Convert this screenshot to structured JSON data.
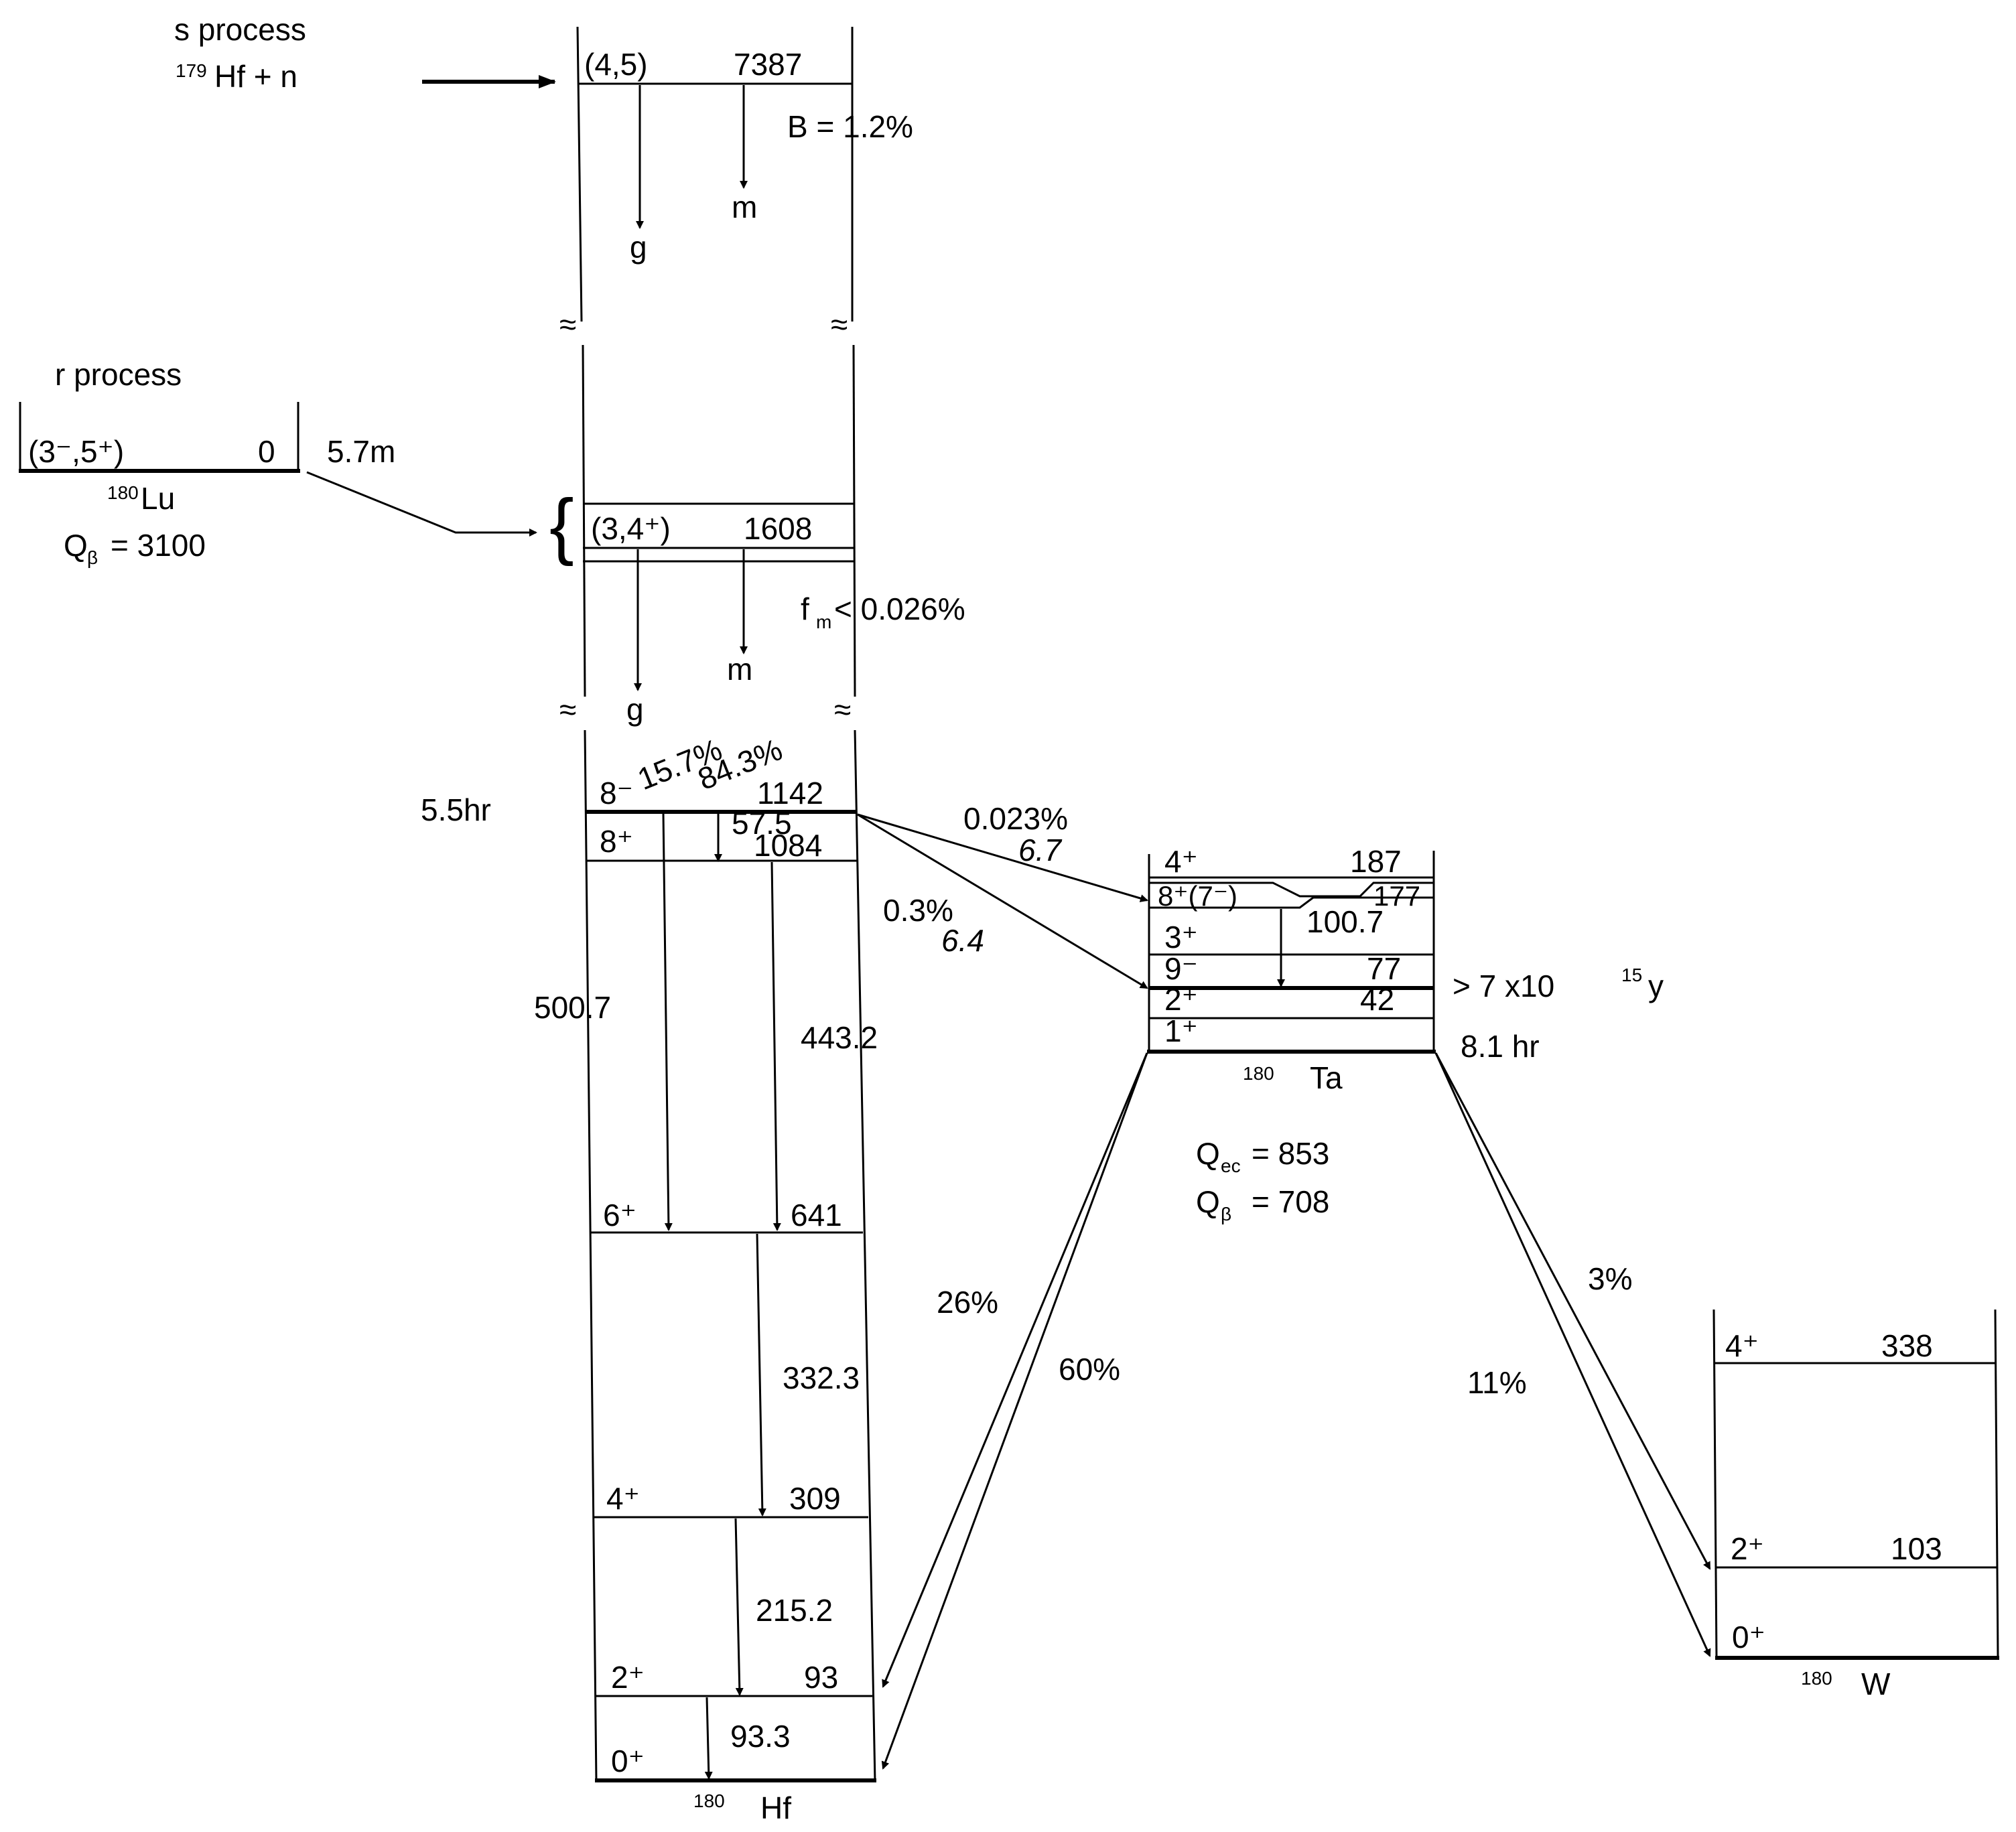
{
  "processes": {
    "s_process": "s process",
    "hf179_sup": "179",
    "hf179_rest": "Hf + n",
    "r_process": "r process"
  },
  "capture": {
    "state_spin": "(4,5)",
    "state_energy": "7387",
    "branching": "B = 1.2%",
    "g": "g",
    "m": "m"
  },
  "lu": {
    "spin": "(3⁻,5⁺)",
    "energy": "0",
    "halflife": "5.7m",
    "name_sup": "180",
    "name": "Lu",
    "q_main": "Q",
    "q_sub": "β",
    "q_value": "= 3100"
  },
  "feed": {
    "state_spin": "(3,4⁺)",
    "state_energy": "1608",
    "fm": "f",
    "fm_sub": "m",
    "fm_value": "< 0.026%",
    "g": "g",
    "m": "m"
  },
  "hf": {
    "isomer_halflife": "5.5hr",
    "isomer_spin": "8⁻",
    "isomer_energy": "1142",
    "branch1": "15.7%",
    "branch2": "84.3%",
    "gamma_small": "57.5",
    "l8_spin": "8⁺",
    "l8_energy": "1084",
    "g500": "500.7",
    "g443": "443.2",
    "l6_spin": "6⁺",
    "l6_energy": "641",
    "g332": "332.3",
    "l4_spin": "4⁺",
    "l4_energy": "309",
    "g215": "215.2",
    "l2_spin": "2⁺",
    "l2_energy": "93",
    "g93": "93.3",
    "l0_spin": "0⁺",
    "name_sup": "180",
    "name": "Hf"
  },
  "decay_to_ta": {
    "b1": "0.023%",
    "b1_val": "6.7",
    "b2": "0.3%",
    "b2_val": "6.4"
  },
  "ta": {
    "l187_spin": "4⁺",
    "l187_energy": "187",
    "l177_spin": "8⁺(7⁻)",
    "l177_energy": "177",
    "l100_spin": "3⁺",
    "l100_energy": "100.7",
    "l77_spin": "9⁻",
    "l77_energy": "77",
    "l42_spin": "2⁺",
    "l42_energy": "42",
    "l0_spin": "1⁺",
    "isomer_halflife": "> 7  x10",
    "isomer_halflife_sup": "15",
    "isomer_halflife_unit": "y",
    "gs_halflife": "8.1 hr",
    "name_sup": "180",
    "name": "Ta",
    "qec": "Q",
    "qec_sub": "ec",
    "qec_val": "= 853",
    "qb": "Q",
    "qb_sub": "β",
    "qb_val": "= 708"
  },
  "ta_decay": {
    "ec26": "26%",
    "ec60": "60%",
    "b3": "3%",
    "b11": "11%"
  },
  "w": {
    "l338_spin": "4⁺",
    "l338_energy": "338",
    "l103_spin": "2⁺",
    "l103_energy": "103",
    "l0_spin": "0⁺",
    "name_sup": "180",
    "name": "W"
  }
}
